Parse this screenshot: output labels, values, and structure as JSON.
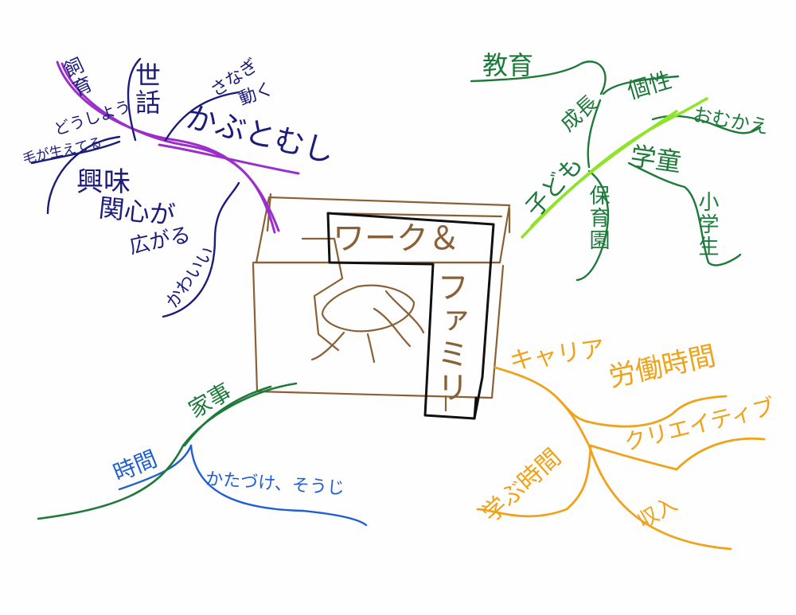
{
  "colors": {
    "purple": "#9b2fc9",
    "navy": "#1c1c7c",
    "blue": "#1f5fd1",
    "green": "#1e7a3a",
    "lime": "#8fe32a",
    "orange": "#f0a21a",
    "brown": "#8a6036",
    "black": "#111111"
  },
  "center": {
    "title_h": "ワーク＆",
    "title_v": "ファミリ"
  },
  "branches": {
    "kabutomushi": {
      "main": "かぶとむし",
      "children": [
        "飼育",
        "世話",
        "さなぎ",
        "動く",
        "どうしよう",
        "毛が生えてる",
        "興味",
        "関心が",
        "広がる",
        "かわいい"
      ]
    },
    "kodomo": {
      "main": "子ども",
      "children": [
        "教育",
        "成長",
        "個性",
        "おむかえ",
        "学童",
        "小学生",
        "保育園"
      ]
    },
    "kaji": {
      "main": "家事",
      "children": [
        "時間",
        "かたづけ、そうじ"
      ]
    },
    "shigoto": {
      "main": "キャリア",
      "children": [
        "労働時間",
        "クリエイティブ",
        "学ぶ時間",
        "収入"
      ]
    }
  }
}
